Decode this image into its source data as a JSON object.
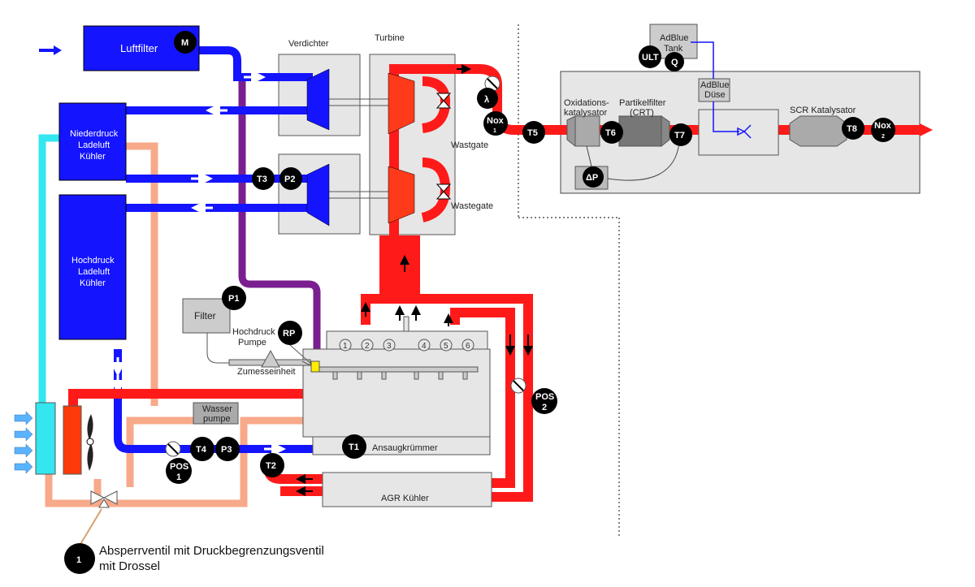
{
  "labels": {
    "luftfilter": "Luftfilter",
    "verdichter": "Verdichter",
    "turbine": "Turbine",
    "wastgate": "Wastgate",
    "wastegate": "Wastegate",
    "nd_kuehler_1": "Niederdruck",
    "nd_kuehler_2": "Ladeluft",
    "nd_kuehler_3": "Kühler",
    "hd_kuehler_1": "Hochdruck",
    "hd_kuehler_2": "Ladeluft",
    "hd_kuehler_3": "Kühler",
    "filter": "Filter",
    "hd_pumpe_1": "Hochdruck",
    "hd_pumpe_2": "Pumpe",
    "zumesseinheit": "Zumesseinheit",
    "wasserpumpe_1": "Wasser",
    "wasserpumpe_2": "pumpe",
    "ansaugkruemmer": "Ansaugkrümmer",
    "agr_kuehler": "AGR Kühler",
    "adblue_tank_1": "AdBlue",
    "adblue_tank_2": "Tank",
    "adblue_duese_1": "AdBlue",
    "adblue_duese_2": "Düse",
    "oxi_kat_1": "Oxidations-",
    "oxi_kat_2": "katalysator",
    "partikelfilter_1": "Partikelfilter",
    "partikelfilter_2": "(CRT)",
    "scr_kat": "SCR Katalysator",
    "valve_note_1": "Absperrventil mit Druckbegrenzungsventil",
    "valve_note_2": "mit Drossel"
  },
  "sensors": {
    "M": "M",
    "T3": "T3",
    "P2": "P2",
    "lambda": "λ",
    "nox1": "Nox",
    "nox1_sub": "1",
    "T5": "T5",
    "T6": "T6",
    "T7": "T7",
    "T8": "T8",
    "nox2": "Nox",
    "nox2_sub": "2",
    "dP": "ΔP",
    "ULT": "ULT",
    "Q": "Q",
    "P1": "P1",
    "RP": "RP",
    "T1": "T1",
    "T2": "T2",
    "T4": "T4",
    "P3": "P3",
    "pos1_a": "POS",
    "pos1_b": "1",
    "pos2_a": "POS",
    "pos2_b": "2",
    "one": "1"
  },
  "cylinders": [
    "1",
    "2",
    "3",
    "4",
    "5",
    "6"
  ],
  "colors": {
    "air": "#1a1aff",
    "exhaust": "#ff1a1a",
    "egr_cool": "#8b1a9b",
    "coolant": "#f7a98a",
    "cold": "#33e6f0",
    "box": "#e6e6e6",
    "sensor": "#000000"
  }
}
